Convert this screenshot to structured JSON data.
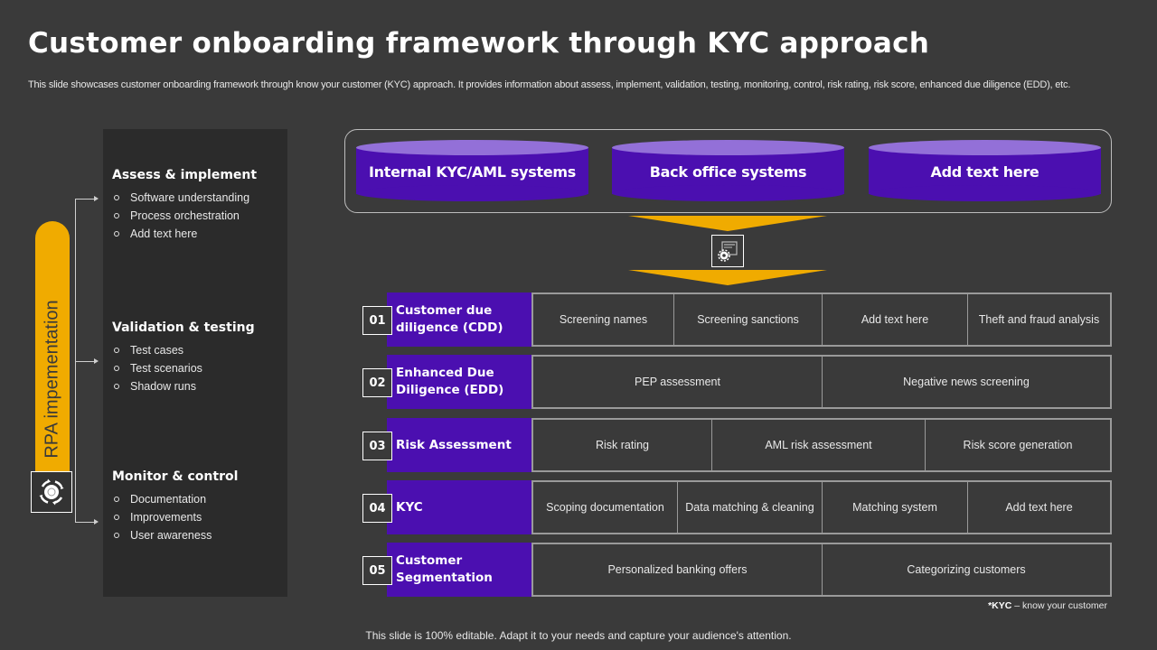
{
  "header": {
    "title": "Customer onboarding framework through KYC approach",
    "subtitle": "This slide showcases customer onboarding framework through know your customer (KYC) approach. It provides information about assess, implement, validation, testing, monitoring, control, risk rating, risk score, enhanced due diligence (EDD), etc."
  },
  "left": {
    "rpa_label": "RPA impementation",
    "rpa_icon": "cycle-gear-icon",
    "accent_color": "#f0ab00",
    "sections": [
      {
        "title": "Assess & implement",
        "items": [
          "Software  understanding",
          "Process orchestration",
          "Add text here"
        ]
      },
      {
        "title": "Validation & testing",
        "items": [
          "Test cases",
          "Test scenarios",
          "Shadow runs"
        ]
      },
      {
        "title": "Monitor & control",
        "items": [
          "Documentation",
          "Improvements",
          "User awareness"
        ]
      }
    ]
  },
  "systems": {
    "items": [
      "Internal KYC/AML systems",
      "Back office systems",
      "Add text here"
    ],
    "cylinder_color": "#4b0fb0",
    "cylinder_top_color": "#9370d8",
    "process_icon": "document-gear-icon"
  },
  "rows": [
    {
      "num": "01",
      "label": "Customer due diligence (CDD)",
      "cells": [
        "Screening names",
        "Screening sanctions",
        "Add text here",
        "Theft  and fraud analysis"
      ]
    },
    {
      "num": "02",
      "label": "Enhanced Due Diligence (EDD)",
      "cells": [
        "PEP assessment",
        "Negative  news screening"
      ]
    },
    {
      "num": "03",
      "label": "Risk Assessment",
      "cells": [
        "Risk rating",
        "AML risk assessment",
        "Risk score generation"
      ]
    },
    {
      "num": "04",
      "label": "KYC",
      "cells": [
        "Scoping documentation",
        "Data matching & cleaning",
        "Matching system",
        "Add text here"
      ]
    },
    {
      "num": "05",
      "label": "Customer Segmentation",
      "cells": [
        "Personalized banking offers",
        "Categorizing  customers"
      ]
    }
  ],
  "footnote": {
    "abbr": "*KYC",
    "text": " – know your customer"
  },
  "footer": "This slide is 100% editable. Adapt it to your needs and capture your audience's attention."
}
